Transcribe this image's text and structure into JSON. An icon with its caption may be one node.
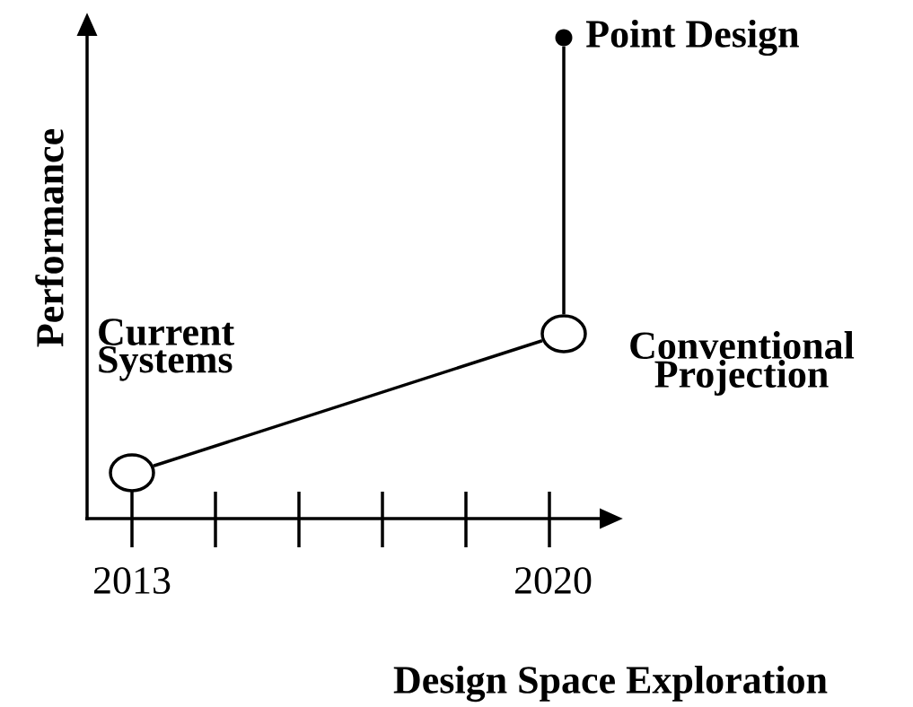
{
  "diagram": {
    "nodes": [
      {
        "text": [],
        "shape": "circle",
        "beside": [
          "Current Systems"
        ]
      },
      {
        "text": [],
        "shape": "circle",
        "beside": [
          "Conventional Projection"
        ]
      },
      {
        "text": [],
        "shape": "dot",
        "beside": [
          "Point Design"
        ]
      }
    ],
    "edges": [
      {
        "from": 0,
        "to": 1,
        "arrow": "none"
      },
      {
        "from": 1,
        "to": 2,
        "arrow": "none"
      }
    ],
    "labels": [
      "Performance",
      "2013",
      "2020",
      "Design Space Exploration"
    ]
  }
}
